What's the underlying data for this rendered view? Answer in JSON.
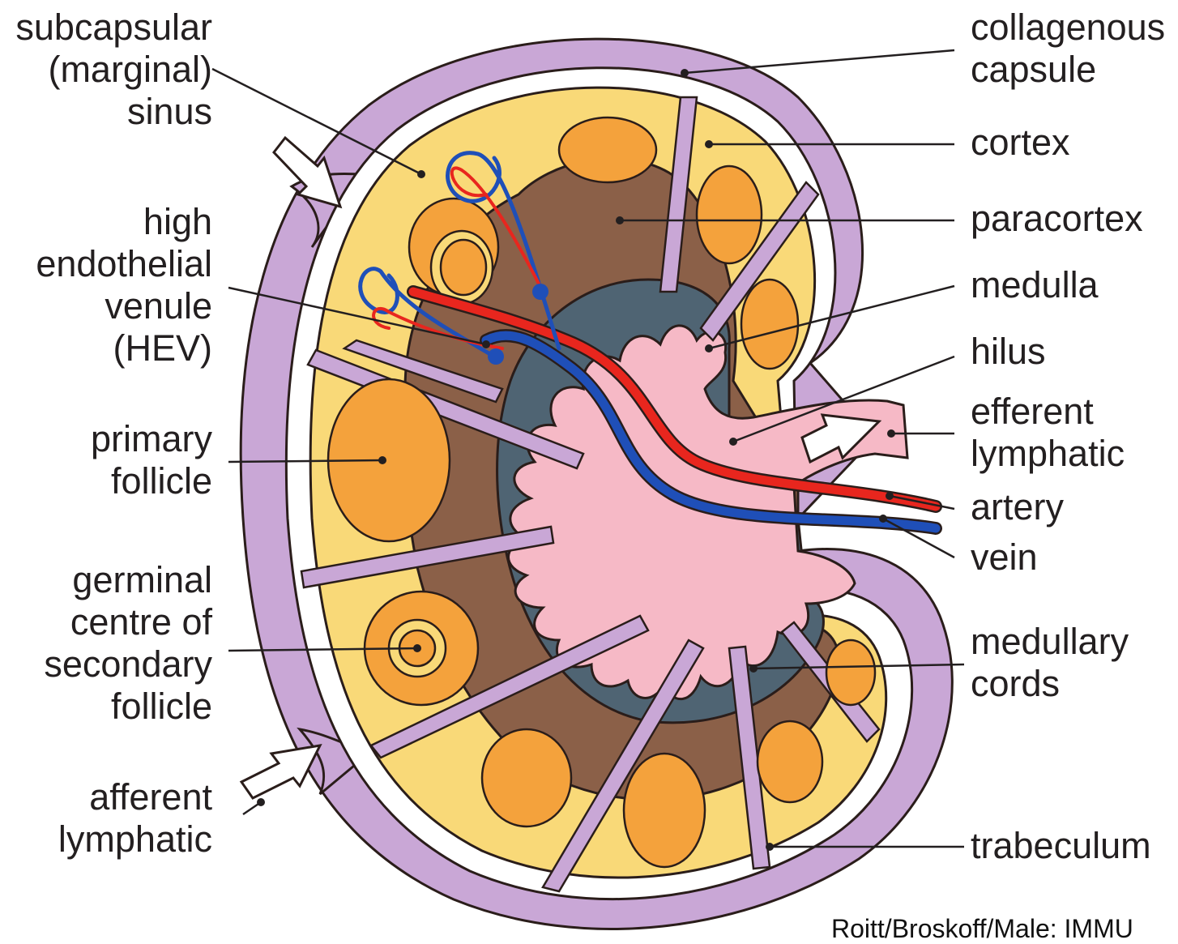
{
  "labels": {
    "subcapsular_sinus": [
      "subcapsular",
      "(marginal)",
      "sinus"
    ],
    "hev": [
      "high",
      "endothelial",
      "venule",
      "(HEV)"
    ],
    "primary_follicle": [
      "primary",
      "follicle"
    ],
    "germinal_centre": [
      "germinal",
      "centre of",
      "secondary",
      "follicle"
    ],
    "afferent_lymphatic": [
      "afferent",
      "lymphatic"
    ],
    "collagenous_capsule": [
      "collagenous",
      "capsule"
    ],
    "cortex": "cortex",
    "paracortex": "paracortex",
    "medulla": "medulla",
    "hilus": "hilus",
    "efferent_lymphatic": [
      "efferent",
      "lymphatic"
    ],
    "artery": "artery",
    "vein": "vein",
    "medullary_cords": [
      "medullary",
      "cords"
    ],
    "trabeculum": "trabeculum"
  },
  "credit": "Roitt/Broskoff/Male: IMMU",
  "colors": {
    "capsule": "#c9a7d6",
    "sinus": "#ffffff",
    "cortex": "#f9d978",
    "follicle": "#f4a23c",
    "paracortex": "#8b6048",
    "medulla": "#4f6473",
    "hilus": "#f6b9c6",
    "artery": "#e8261e",
    "vein": "#1f4fb8",
    "outline": "#2a1d1a"
  }
}
